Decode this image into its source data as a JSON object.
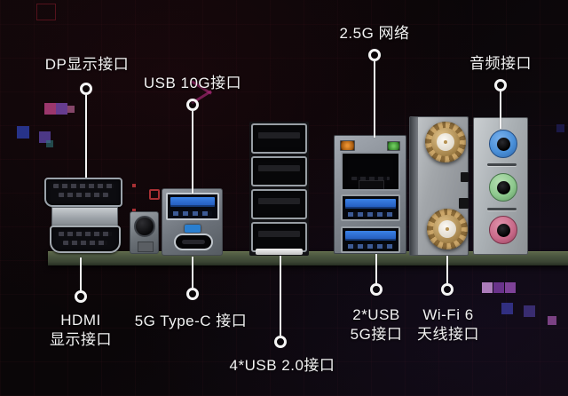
{
  "callouts": {
    "dp": {
      "label": "DP显示接口"
    },
    "usb10g": {
      "label": "USB 10G接口"
    },
    "lan": {
      "label": "2.5G 网络"
    },
    "audio": {
      "label": "音频接口"
    },
    "hdmi": {
      "label_line1": "HDMI",
      "label_line2": "显示接口"
    },
    "typec": {
      "label": "5G Type-C 接口"
    },
    "usb2": {
      "label": "4*USB 2.0接口"
    },
    "usb5g": {
      "label_line1": "2*USB",
      "label_line2": "5G接口"
    },
    "wifi": {
      "label_line1": "Wi-Fi 6",
      "label_line2": "天线接口"
    }
  },
  "colors": {
    "label_text": "#f2f2f2",
    "callout_stroke": "#f5f5f5",
    "background": "#0d0709",
    "pcb_green": "#49543f",
    "usb3_blue": "#2f6fd8",
    "usb2_black": "#070709",
    "lan_led_orange": "#d07818",
    "lan_led_green": "#4caf50",
    "antenna_gold": "#b08d57",
    "audio_jack_blue": "#4a90d9",
    "audio_jack_green": "#8ec98e",
    "audio_jack_pink": "#c96b8a",
    "metal_silver": "#9aa0a8"
  }
}
